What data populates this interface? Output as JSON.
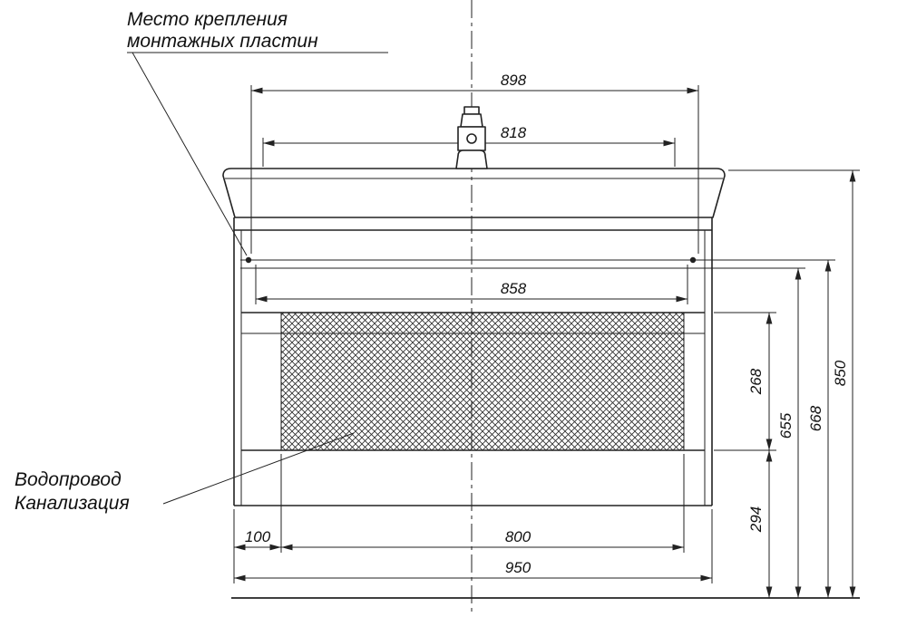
{
  "notes": {
    "mounting": {
      "line1": "Место крепления",
      "line2": "монтажных пластин"
    },
    "plumbing": {
      "line1": "Водопровод",
      "line2": "Канализация"
    }
  },
  "dimensions": {
    "top_width": "898",
    "faucet_span": "818",
    "mounting_span": "858",
    "left_offset": "100",
    "opening_width": "800",
    "cabinet_width": "950",
    "opening_height": "268",
    "mid_height": "655",
    "upper_height": "668",
    "lower_height": "294",
    "total_height": "850"
  },
  "colors": {
    "line": "#222222",
    "background": "#ffffff"
  }
}
